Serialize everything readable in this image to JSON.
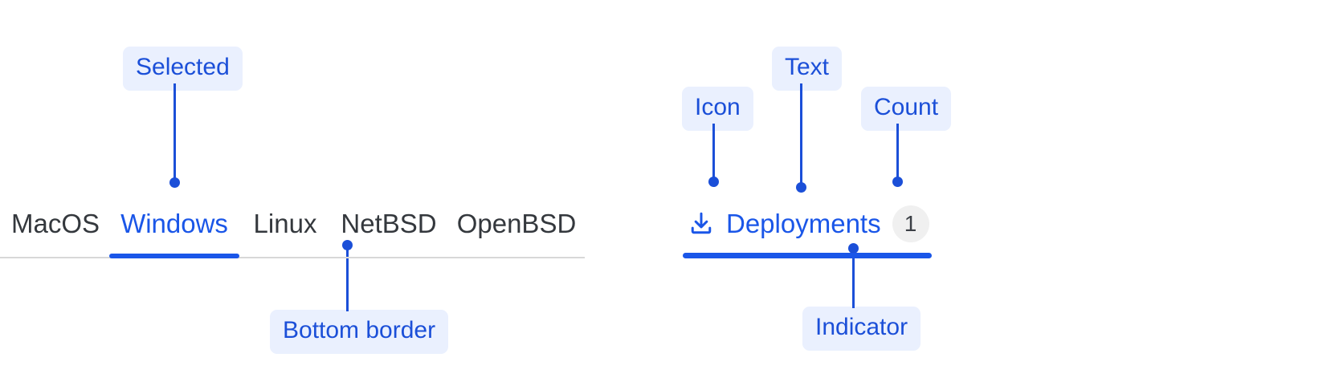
{
  "colors": {
    "accent": "#1a56e8",
    "callout_text": "#1b4fd8",
    "callout_bg": "#eaf0fe",
    "tab_text": "#34383d",
    "rail": "#d8d8d8",
    "badge_bg": "#f0f0f0",
    "badge_text": "#3b3f45"
  },
  "tabs_example": {
    "items": [
      {
        "label": "MacOS",
        "selected": false
      },
      {
        "label": "Windows",
        "selected": true
      },
      {
        "label": "Linux",
        "selected": false
      },
      {
        "label": "NetBSD",
        "selected": false
      },
      {
        "label": "OpenBSD",
        "selected": false
      }
    ],
    "annotations": {
      "selected": "Selected",
      "bottom_border": "Bottom border"
    }
  },
  "single_tab_example": {
    "icon": "download-icon",
    "label": "Deployments",
    "count": "1",
    "annotations": {
      "icon": "Icon",
      "text": "Text",
      "count": "Count",
      "indicator": "Indicator"
    }
  }
}
